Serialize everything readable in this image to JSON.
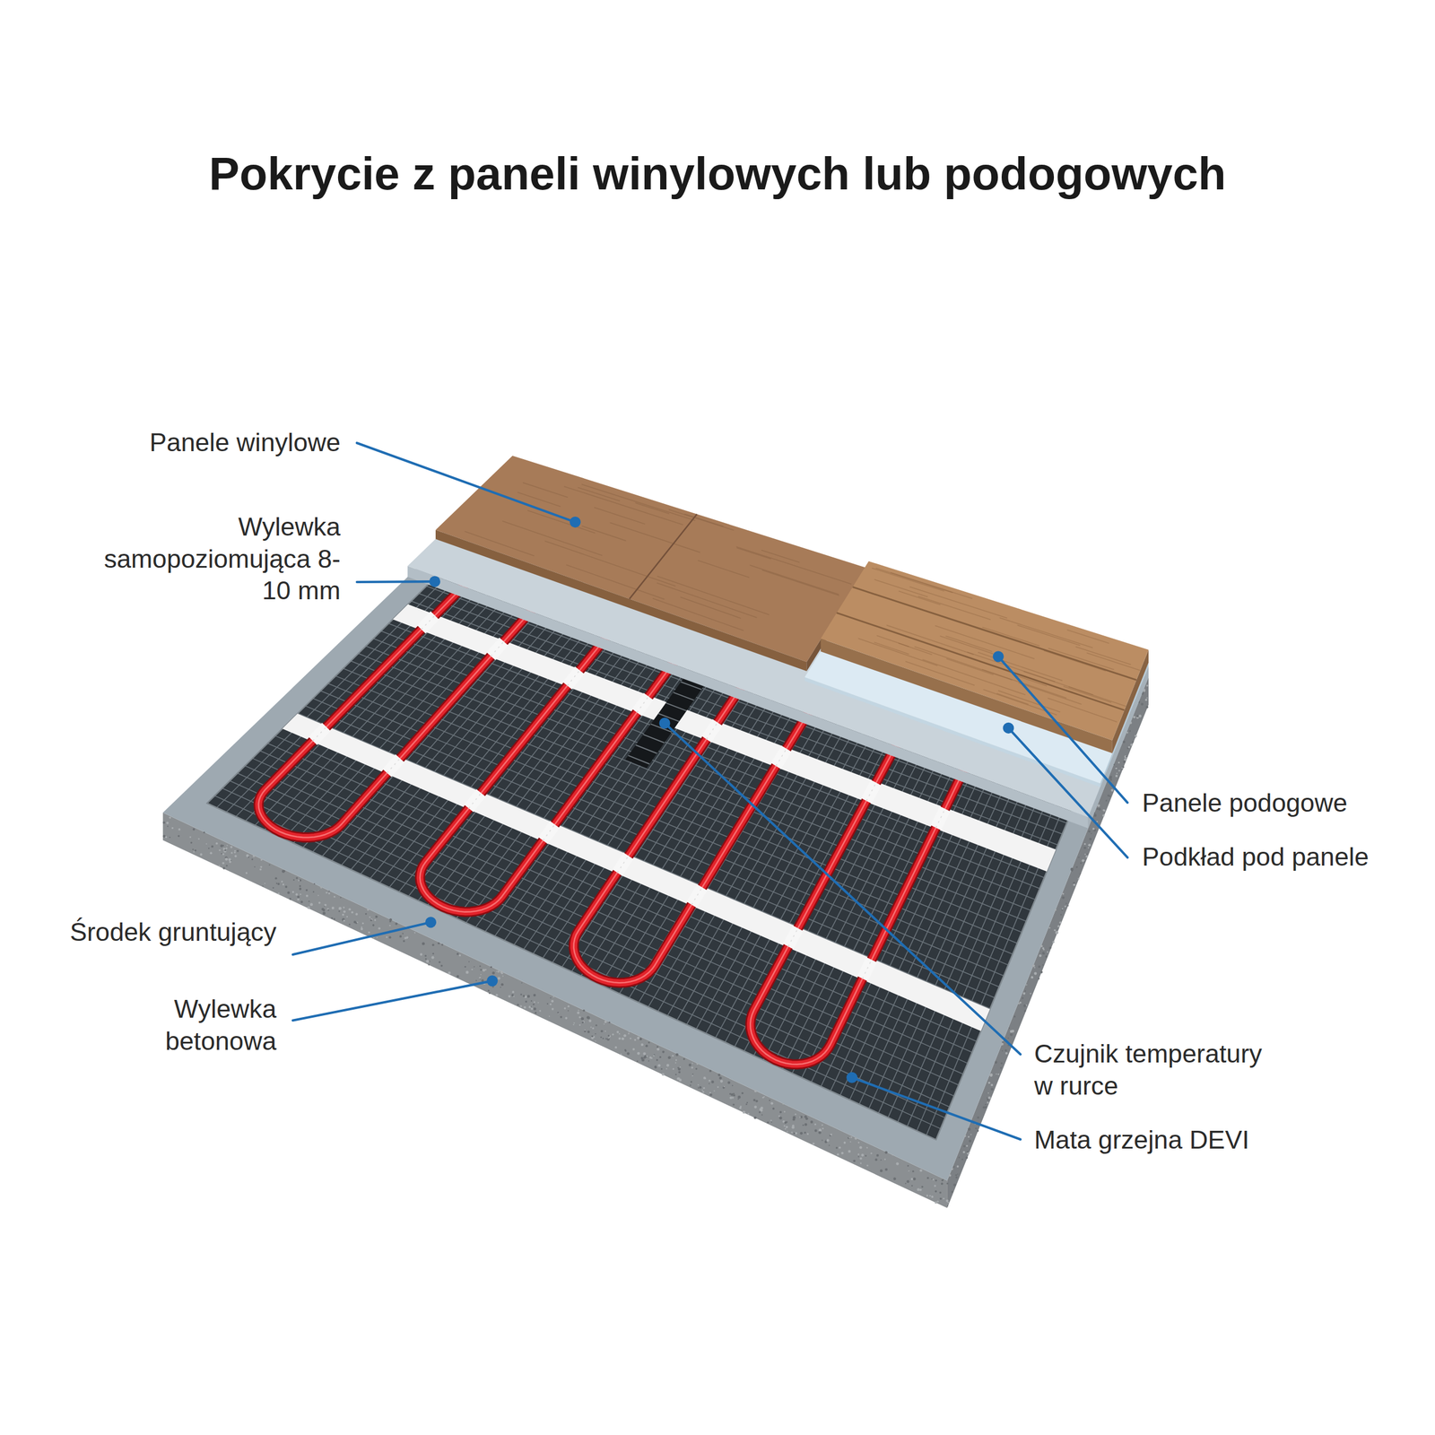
{
  "diagram": {
    "title": "Pokrycie z paneli winylowych lub podogowych",
    "labels": [
      "Panele winylowe",
      "Wylewka samopoziomująca 8-10 mm",
      "Środek gruntujący",
      "Wylewka betonowa",
      "Panele podogowe",
      "Podkład pod panele",
      "Czujnik temperatury w rurce",
      "Mata grzejna DEVI"
    ]
  }
}
